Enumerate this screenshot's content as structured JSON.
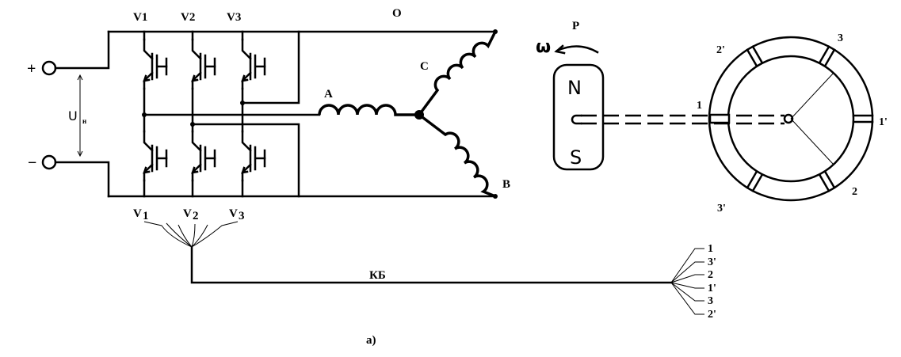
{
  "transistor_labels": [
    "V1",
    "V2",
    "V3"
  ],
  "sensor_labels_bottom": [
    "V",
    "1",
    "V",
    "2",
    "V",
    "3"
  ],
  "terminal_plus": "+",
  "terminal_minus": "−",
  "voltage_label": "U",
  "voltage_subscript": "н",
  "winding_labels": {
    "o": "O",
    "a": "A",
    "b": "B",
    "c": "C"
  },
  "rotation": {
    "p": "P",
    "omega": "ω"
  },
  "magnet": {
    "north": "N",
    "south": "S"
  },
  "sensor_ring_labels": [
    "1",
    "2'",
    "3",
    "1'",
    "2",
    "3'"
  ],
  "cable_label": "КБ",
  "cable_ends": [
    "1",
    "3'",
    "2",
    "1'",
    "3",
    "2'"
  ],
  "caption": "а)"
}
